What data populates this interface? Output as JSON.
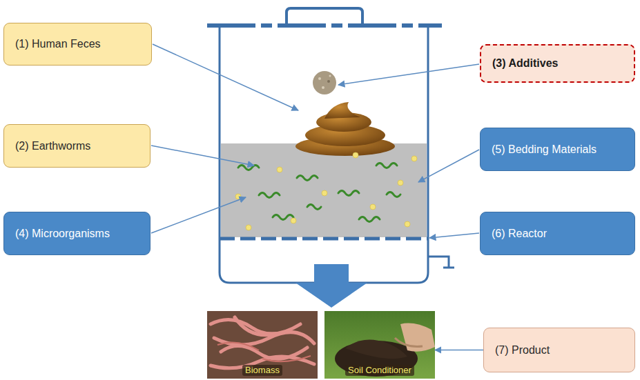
{
  "diagram": {
    "nodes": [
      {
        "text": [
          "(1) Human Feces"
        ]
      },
      {
        "text": [
          "(3) Additives"
        ]
      },
      {
        "text": [
          "(2) Earthworms"
        ]
      },
      {
        "text": [
          "(5) Bedding Materials"
        ]
      },
      {
        "text": [
          "(4) Microorganisms"
        ]
      },
      {
        "text": [
          "(6) Reactor"
        ]
      },
      {
        "text": [
          "(7) Product"
        ]
      },
      {
        "text": [
          "Biomass"
        ]
      },
      {
        "text": [
          "Soil Conditioner"
        ]
      }
    ],
    "edges": [
      {
        "from": 6,
        "to": 8,
        "arrow": "to"
      }
    ]
  }
}
